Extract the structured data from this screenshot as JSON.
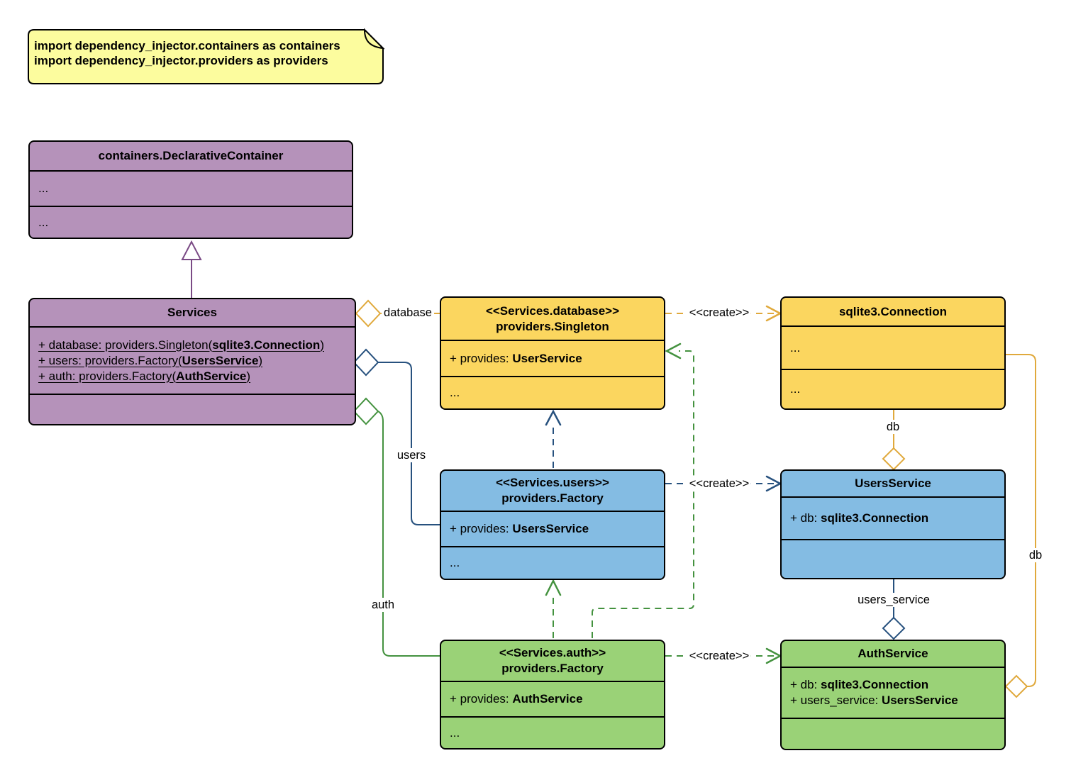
{
  "note": {
    "lines": [
      "import dependency_injector.containers as containers",
      "import dependency_injector.providers as providers"
    ]
  },
  "classes": {
    "declarative_container": {
      "title": "containers.DeclarativeContainer",
      "section1": "...",
      "section2": "..."
    },
    "services": {
      "title": "Services",
      "attributes": [
        {
          "prefix": "+ database: providers.Singleton(",
          "bold": "sqlite3.Connection",
          "suffix": ")"
        },
        {
          "prefix": "+ users: providers.Factory(",
          "bold": "UsersService",
          "suffix": ")"
        },
        {
          "prefix": "+ auth: providers.Factory(",
          "bold": "AuthService",
          "suffix": ")"
        }
      ]
    },
    "database_provider": {
      "stereotype": "<<Services.database>>",
      "title": "providers.Singleton",
      "provides_prefix": "+ provides: ",
      "provides_bold": "UserService",
      "section3": "..."
    },
    "sqlite_connection": {
      "title": "sqlite3.Connection",
      "section1": "...",
      "section2": "..."
    },
    "users_provider": {
      "stereotype": "<<Services.users>>",
      "title": "providers.Factory",
      "provides_prefix": "+ provides: ",
      "provides_bold": "UsersService",
      "section3": "..."
    },
    "users_service": {
      "title": "UsersService",
      "attr_prefix": "+ db: ",
      "attr_bold": "sqlite3.Connection"
    },
    "auth_provider": {
      "stereotype": "<<Services.auth>>",
      "title": "providers.Factory",
      "provides_prefix": "+ provides: ",
      "provides_bold": "AuthService",
      "section3": "..."
    },
    "auth_service": {
      "title": "AuthService",
      "attributes": [
        {
          "prefix": "+ db: ",
          "bold": "sqlite3.Connection"
        },
        {
          "prefix": "+ users_service: ",
          "bold": "UsersService"
        }
      ]
    }
  },
  "edge_labels": {
    "database": "database",
    "users": "users",
    "auth": "auth",
    "create": "<<create>>",
    "db_middle": "db",
    "db_right": "db",
    "users_service": "users_service"
  },
  "colors": {
    "purple_fill": "#b592ba",
    "yellow_fill": "#fbd65f",
    "blue_fill": "#84bce3",
    "green_fill": "#9ad277",
    "note_fill": "#fcfc9e",
    "purple_line": "#7a4a85",
    "orange_line": "#e0a93c",
    "blue_line": "#27517e",
    "green_line": "#44923f"
  }
}
